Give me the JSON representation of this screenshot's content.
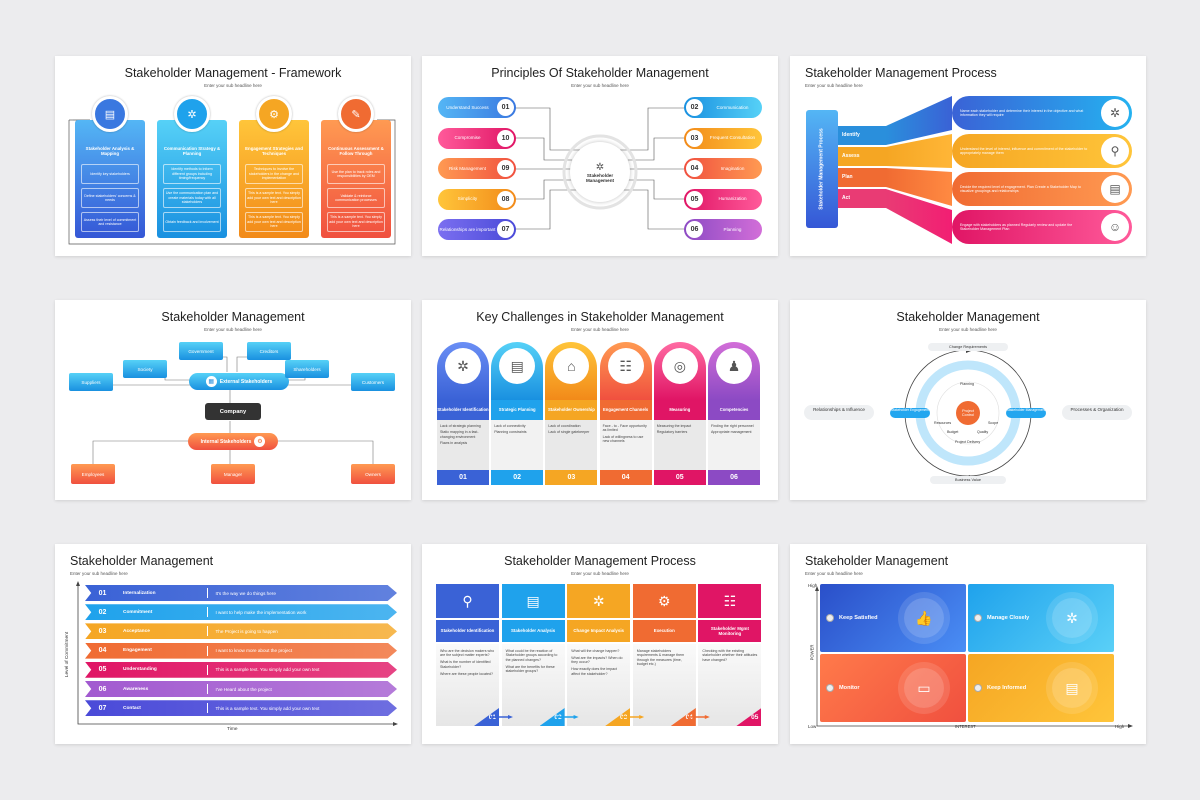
{
  "sub_headline": "Enter your sub headline here",
  "s1": {
    "title": "Stakeholder Management - Framework",
    "cols": [
      {
        "head": "Stakeholder Analysis & Mapping",
        "items": [
          "Identify key stakeholders",
          "Define stakeholders' concerns & needs",
          "Assess their level of commitment and resistance"
        ],
        "icon": "chart-icon"
      },
      {
        "head": "Communication Strategy & Planning",
        "items": [
          "Identify methods to inform different groups including timing/frequency",
          "Use the communication plan and create materials today with all stakeholders",
          "Obtain feedback and involvement"
        ],
        "icon": "network-icon"
      },
      {
        "head": "Engagement Strategies and Techniques",
        "items": [
          "Techniques to involve the stakeholders in the change and implementation",
          "This is a sample text. You simply add your own text and description here",
          "This is a sample text. You simply add your own text and description here"
        ],
        "icon": "gears-icon"
      },
      {
        "head": "Continuous Assessment & Follow Through",
        "items": [
          "Use the plan to track roles and responsibilities by OEM",
          "Validate & reinforce communication processes",
          "This is a sample text. You simply add your own text and description here"
        ],
        "icon": "tools-icon"
      }
    ]
  },
  "s2": {
    "title": "Principles Of Stakeholder Management",
    "center": "Stakeholder Management",
    "left": [
      {
        "num": "01",
        "label": "Understand Success"
      },
      {
        "num": "10",
        "label": "Compromise"
      },
      {
        "num": "09",
        "label": "Risk Management"
      },
      {
        "num": "08",
        "label": "Simplicity"
      },
      {
        "num": "07",
        "label": "Relationships are important"
      }
    ],
    "right": [
      {
        "num": "02",
        "label": "Communication"
      },
      {
        "num": "03",
        "label": "Frequent Consultation"
      },
      {
        "num": "04",
        "label": "Imagination"
      },
      {
        "num": "05",
        "label": "Humanization"
      },
      {
        "num": "06",
        "label": "Planning"
      }
    ]
  },
  "s3": {
    "title": "Stakeholder Management Process",
    "vert": "Stakeholder Management Process",
    "steps": [
      "Identify",
      "Assess",
      "Plan",
      "Act"
    ],
    "texts": [
      "Name each stakeholder and determine their interest in the objective and what information they will require",
      "Understand the level of interest, influence and commitment of the stakeholder to appropriately manage them",
      "Decide the required level of engagement. Plan Create a Stakeholder Map to visualize groupings and relationships",
      "Engage with stakeholders as planned Regularly review and update the Stakeholder Management Plan"
    ]
  },
  "s4": {
    "title": "Stakeholder Management",
    "ext": "External Stakeholders",
    "company": "Company",
    "int": "Internal Stakeholders",
    "nodes": {
      "government": "Government",
      "creditors": "Creditors",
      "society": "Society",
      "shareholders": "Shareholders",
      "suppliers": "Suppliers",
      "customers": "Customers",
      "employees": "Employees",
      "manager": "Manager",
      "owners": "Owners"
    }
  },
  "s5": {
    "title": "Key Challenges in Stakeholder Management",
    "cols": [
      {
        "head": "Stakeholder Identification",
        "items": [
          "Lack of strategic planning",
          "Static mapping in a fast-changing environment",
          "Flaws in analysis"
        ],
        "num": "01"
      },
      {
        "head": "Strategic Planning",
        "items": [
          "Lack of connectivity",
          "Planning constraints"
        ],
        "num": "02"
      },
      {
        "head": "Stakeholder Ownership",
        "items": [
          "Lack of coordination",
          "Lack of single gatekeeper"
        ],
        "num": "03"
      },
      {
        "head": "Engagement Channels",
        "items": [
          "Face - to - Face opportunity as limited",
          "Lack of willingness to use new channels"
        ],
        "num": "04"
      },
      {
        "head": "Measuring",
        "items": [
          "Measuring the impact",
          "Regulatory barriers"
        ],
        "num": "05"
      },
      {
        "head": "Competencies",
        "items": [
          "Finding the right personnel",
          "Appropriate management"
        ],
        "num": "06"
      }
    ]
  },
  "s6": {
    "title": "Stakeholder Management",
    "top": "Change Requirements",
    "bottom": "Business Value",
    "left": "Relationships & Influence",
    "right": "Processes & Organization",
    "center": "Project Control",
    "lp": "Stakeholder Engagement",
    "rp": "Stakeholder Management",
    "planning": "Planning",
    "resources": "Resources",
    "scope": "Scope",
    "budget": "Budget",
    "quality": "Quality",
    "delivery": "Project Delivery"
  },
  "s7": {
    "title": "Stakeholder Management",
    "ylabel": "Level of Commitment",
    "xlabel": "Time",
    "rows": [
      {
        "num": "01",
        "label": "Internalization",
        "text": "It's the way we do things here"
      },
      {
        "num": "02",
        "label": "Commitment",
        "text": "I want to help make the implementation work"
      },
      {
        "num": "03",
        "label": "Acceptance",
        "text": "The Project is going to happen"
      },
      {
        "num": "04",
        "label": "Engagement",
        "text": "I want to know more about the project"
      },
      {
        "num": "05",
        "label": "Understanding",
        "text": "This is a sample text. You simply add your own text"
      },
      {
        "num": "06",
        "label": "Awareness",
        "text": "I've Heard about the project"
      },
      {
        "num": "07",
        "label": "Contact",
        "text": "This is a sample text. You simply add your own text"
      }
    ]
  },
  "s8": {
    "title": "Stakeholder Management Process",
    "cols": [
      {
        "head": "Stakeholder Identification",
        "items": [
          "Who are the decision makers who are the subject matter experts?",
          "What is the number of identified Stakeholder?",
          "Where are these people located?"
        ],
        "num": "01"
      },
      {
        "head": "Stakeholder Analysis",
        "items": [
          "What could be the reaction of Stakeholder groups according to the planned changes?",
          "What are the benefits for these stakeholder groups?"
        ],
        "num": "02"
      },
      {
        "head": "Change Impact Analysis",
        "items": [
          "What will the change happen?",
          "What are the impacts? When do they occur?",
          "How exactly does the impact affect the stakeholder?"
        ],
        "num": "03"
      },
      {
        "head": "Execution",
        "items": [
          "Manage stakeholders requirements & manage them through the measures (time, budget etc.)"
        ],
        "num": "04"
      },
      {
        "head": "Stakeholder Mgmt Monitoring",
        "items": [
          "Checking with the existing stakeholder whether their attitudes have changed?"
        ],
        "num": "05"
      }
    ]
  },
  "s9": {
    "title": "Stakeholder Management",
    "high": "High",
    "low": "Low",
    "high2": "High",
    "power": "POWER",
    "interest": "INTEREST",
    "quads": [
      "Keep Satisfied",
      "Manage Closely",
      "Monitor",
      "Keep Informed"
    ]
  }
}
